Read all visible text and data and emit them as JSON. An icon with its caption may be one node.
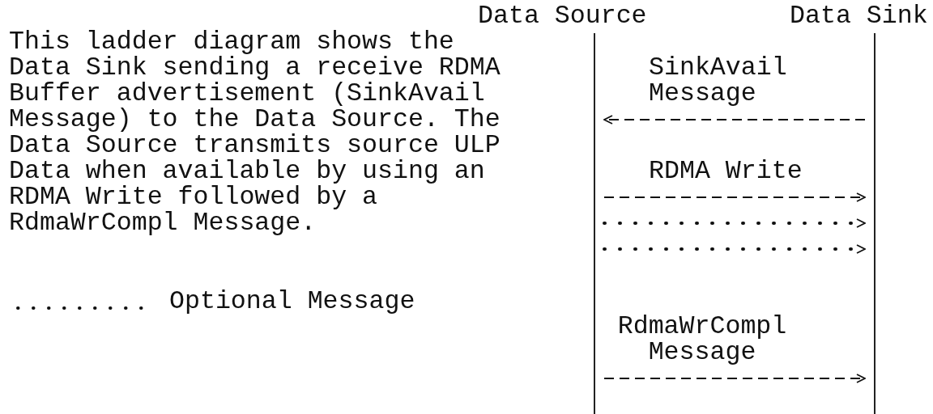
{
  "diagram": {
    "nodes": [
      {
        "text": [
          "Data Source"
        ]
      },
      {
        "text": [
          "Data Sink"
        ]
      }
    ],
    "edges": [
      {
        "from": 1,
        "to": 0,
        "arrow": "to",
        "label": "SinkAvail Message"
      },
      {
        "from": 0,
        "to": 1,
        "arrow": "to",
        "label": "RDMA Write"
      },
      {
        "from": 0,
        "to": 1,
        "arrow": "to",
        "style": "dashed"
      },
      {
        "from": 0,
        "to": 1,
        "arrow": "to",
        "style": "dashed"
      },
      {
        "from": 0,
        "to": 1,
        "arrow": "to",
        "label": "RdmaWrCompl Message"
      }
    ],
    "labels": [
      "This ladder diagram shows the Data Sink sending a receive RDMA Buffer advertisement (SinkAvail Message) to the Data Source. The Data Source transmits source ULP Data when available by using an RDMA Write followed by a RdmaWrCompl Message."
    ],
    "legend": [
      {
        "text": "Optional Message"
      }
    ]
  }
}
